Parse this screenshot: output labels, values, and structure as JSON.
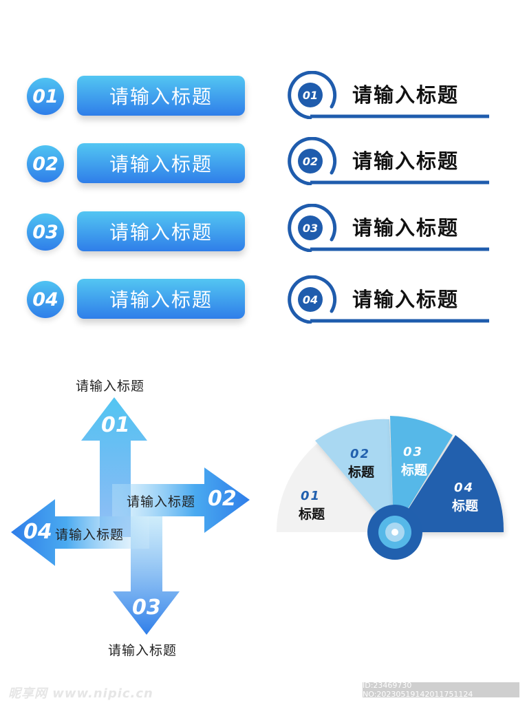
{
  "left_list": {
    "items": [
      {
        "num": "01",
        "title": "请输入标题"
      },
      {
        "num": "02",
        "title": "请输入标题"
      },
      {
        "num": "03",
        "title": "请输入标题"
      },
      {
        "num": "04",
        "title": "请输入标题"
      }
    ]
  },
  "right_list": {
    "items": [
      {
        "num": "01",
        "title": "请输入标题"
      },
      {
        "num": "02",
        "title": "请输入标题"
      },
      {
        "num": "03",
        "title": "请输入标题"
      },
      {
        "num": "04",
        "title": "请输入标题"
      }
    ]
  },
  "arrows": {
    "up": {
      "num": "01",
      "label": "请输入标题"
    },
    "right": {
      "num": "02",
      "label": "请输入标题"
    },
    "down": {
      "num": "03",
      "label": "请输入标题"
    },
    "left": {
      "num": "04",
      "label": "请输入标题"
    }
  },
  "fan": {
    "segments": [
      {
        "num": "01",
        "label": "标题",
        "color": "#f2f2f2"
      },
      {
        "num": "02",
        "label": "标题",
        "color": "#a9d8f2"
      },
      {
        "num": "03",
        "label": "标题",
        "color": "#56b8e8"
      },
      {
        "num": "04",
        "label": "标题",
        "color": "#2160ae"
      }
    ]
  },
  "colors": {
    "accent_light": "#4fc3f2",
    "accent": "#2f7ee9",
    "dark_blue": "#1f5cad"
  },
  "footer": {
    "watermark": "昵享网 www.nipic.cn",
    "id_text": "ID:23469730 NO:20230519142011751124"
  }
}
